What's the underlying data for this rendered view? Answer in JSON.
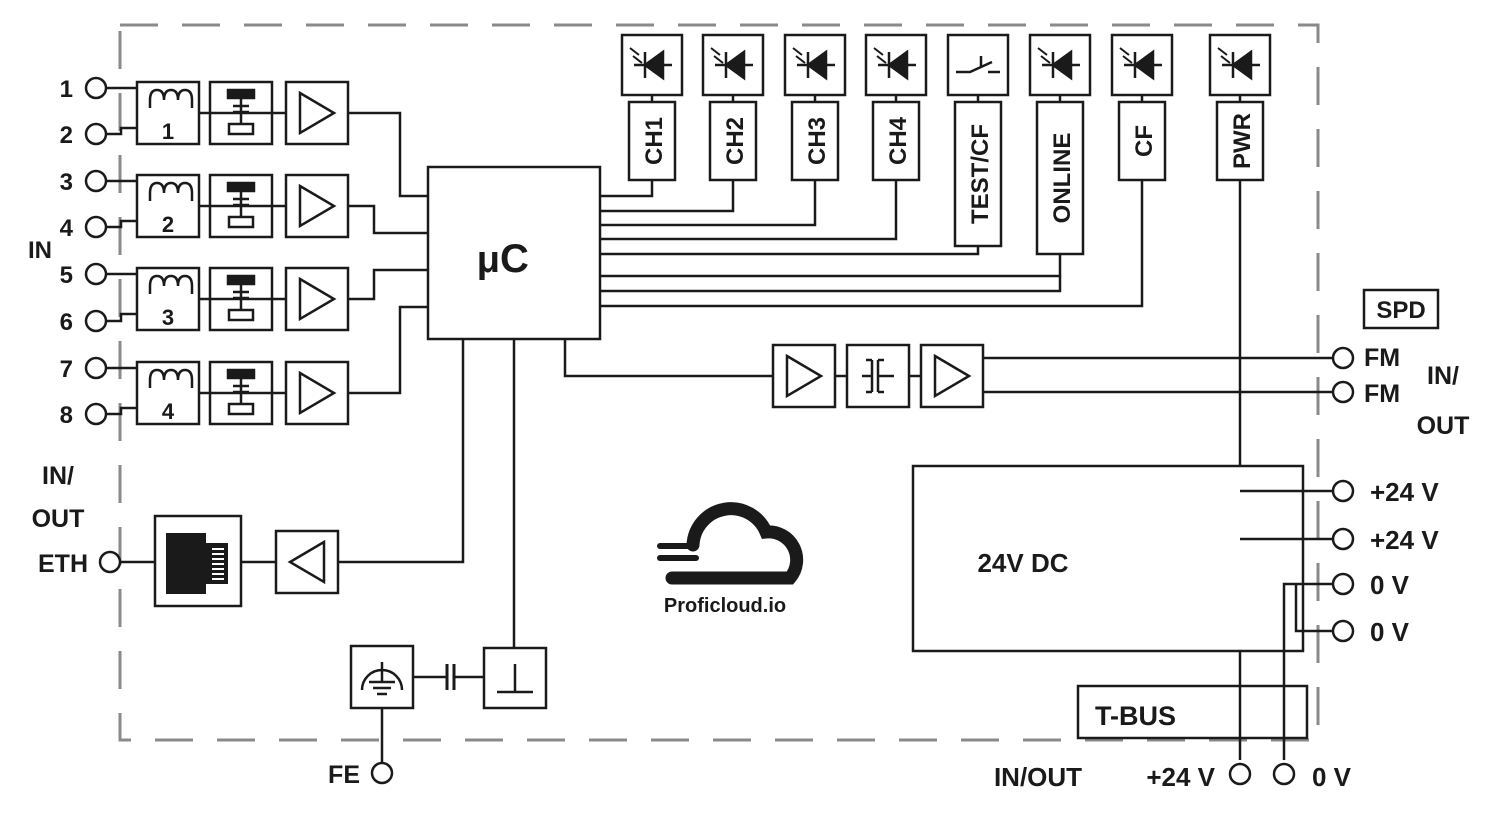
{
  "inputs": {
    "terminals": [
      "1",
      "2",
      "3",
      "4",
      "5",
      "6",
      "7",
      "8"
    ],
    "group_label": "IN",
    "channels": [
      "1",
      "2",
      "3",
      "4"
    ]
  },
  "controller": {
    "label_mu": "μ",
    "label_c": "C"
  },
  "indicators": {
    "labels": [
      "CH1",
      "CH2",
      "CH3",
      "CH4",
      "TEST/CF",
      "ONLINE",
      "CF",
      "PWR"
    ]
  },
  "ethernet": {
    "dir_line1": "IN/",
    "dir_line2": "OUT",
    "terminal": "ETH"
  },
  "fieldbus": {
    "spd": "SPD",
    "terminals": [
      "FM",
      "FM"
    ],
    "dir_line1": "IN/",
    "dir_line2": "OUT"
  },
  "power": {
    "label": "24V DC",
    "terminals": [
      "+24 V",
      "+24 V",
      "0 V",
      "0 V"
    ]
  },
  "tbus": {
    "label": "T-BUS",
    "dir": "IN/OUT",
    "plus": "+24 V",
    "zero": "0 V"
  },
  "cloud": {
    "label": "Proficloud.io"
  },
  "earth": {
    "terminal": "FE"
  },
  "colors": {
    "line": "#1a1a1a",
    "dash": "#8a8a8a",
    "background": "#ffffff"
  }
}
